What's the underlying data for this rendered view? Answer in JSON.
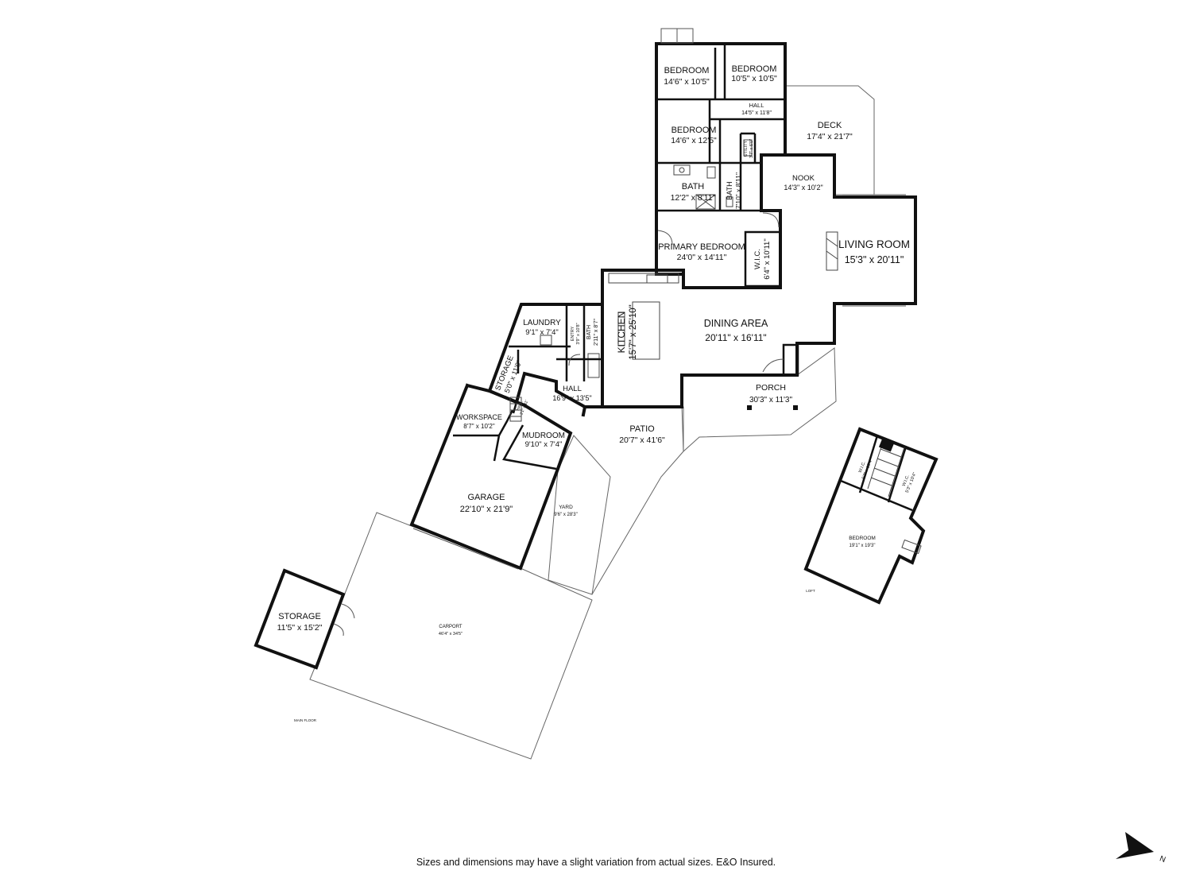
{
  "rooms": {
    "bedroom_1": {
      "name": "BEDROOM",
      "dims": "14'6\" x 10'5\""
    },
    "bedroom_2": {
      "name": "BEDROOM",
      "dims": "10'5\" x 10'5\""
    },
    "hall_top": {
      "name": "HALL",
      "dims": "14'5\" x 11'8\""
    },
    "bedroom_3": {
      "name": "BEDROOM",
      "dims": "14'6\" x 12'5\""
    },
    "utility": {
      "name": "UTILITY",
      "dims": "3'7\" x 6'0\""
    },
    "deck": {
      "name": "DECK",
      "dims": "17'4\" x 21'7\""
    },
    "nook": {
      "name": "NOOK",
      "dims": "14'3\" x 10'2\""
    },
    "bath_1": {
      "name": "BATH",
      "dims": "12'2\" x 8'11\""
    },
    "bath_2": {
      "name": "BATH",
      "dims": "7'10\" x 8'11\""
    },
    "primary_bedroom": {
      "name": "PRIMARY BEDROOM",
      "dims": "24'0\" x 14'11\""
    },
    "wic_primary": {
      "name": "W.I.C.",
      "dims": "6'4\" x 10'11\""
    },
    "living_room": {
      "name": "LIVING ROOM",
      "dims": "15'3\" x 20'11\""
    },
    "dining_area": {
      "name": "DINING AREA",
      "dims": "20'11\" x 16'11\""
    },
    "kitchen": {
      "name": "KITCHEN",
      "dims": "15'7\" x 25'10\""
    },
    "laundry": {
      "name": "LAUNDRY",
      "dims": "9'1\" x 7'4\""
    },
    "entry": {
      "name": "ENTRY",
      "dims": "3'9\" x 10'8\""
    },
    "bath_3": {
      "name": "BATH",
      "dims": "2'11\" x 8'7\""
    },
    "storage_1": {
      "name": "STORAGE",
      "dims": "5'0\" x 11'0\""
    },
    "hall_main": {
      "name": "HALL",
      "dims": "16'9\" x 13'5\""
    },
    "hall_small": {
      "name": "HALL",
      "dims": "3'1\" x 11'"
    },
    "porch": {
      "name": "PORCH",
      "dims": "30'3\" x 11'3\""
    },
    "patio": {
      "name": "PATIO",
      "dims": "20'7\" x 41'6\""
    },
    "workspace": {
      "name": "WORKSPACE",
      "dims": "8'7\" x 10'2\""
    },
    "mudroom": {
      "name": "MUDROOM",
      "dims": "9'10\" x 7'4\""
    },
    "garage": {
      "name": "GARAGE",
      "dims": "22'10\" x 21'9\""
    },
    "yard": {
      "name": "YARD",
      "dims": "9'6\" x 28'3\""
    },
    "storage_2": {
      "name": "STORAGE",
      "dims": "11'5\" x 15'2\""
    },
    "carport": {
      "name": "CARPORT",
      "dims": "46'4\" x 34'5\""
    },
    "loft_wic_1": {
      "name": "W.I.C.",
      "dims": "6'2\" x 10'4\""
    },
    "loft_wic_2": {
      "name": "W.I.C.",
      "dims": "5'3\" x 10'4\""
    },
    "loft_bedroom": {
      "name": "BEDROOM",
      "dims": "19'1\" x 19'3\""
    }
  },
  "floor_labels": {
    "main": "MAIN FLOOR",
    "loft": "LOFT"
  },
  "compass": {
    "label": "N"
  },
  "disclaimer": "Sizes and dimensions may have a slight variation from actual sizes. E&O Insured.",
  "colors": {
    "walls": "#111111",
    "background": "#ffffff"
  }
}
